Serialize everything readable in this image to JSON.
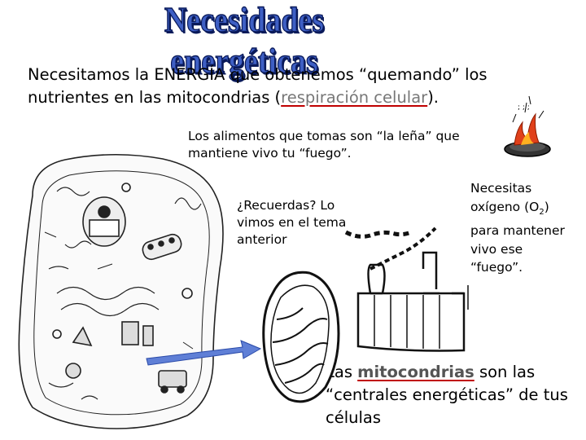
{
  "title": "Necesidades energéticas",
  "intro": {
    "text_before": "Necesitamos la ENERGÍA que obtenemos “quemando” los nutrientes en las mitocondrias (",
    "highlight": "respiración celular",
    "text_after": ")."
  },
  "fuel_note": "Los alimentos que tomas son “la leña” que mantiene vivo tu “fuego”.",
  "recall_note": "¿Recuerdas? Lo vimos en el tema anterior",
  "oxygen_note": {
    "before": "Necesitas oxígeno (O",
    "subscript": "2",
    "after": ") para mantener vivo ese “fuego”."
  },
  "mito_note": {
    "before": "Las ",
    "keyword": "mitocondrias",
    "after": " son las “centrales energéticas” de tus células"
  },
  "colors": {
    "title": "#3e5fc4",
    "title_outline": "#0a1a5a",
    "arrow": "#5f7fd6",
    "underline": "#c00000",
    "fire": "#e0401a"
  }
}
